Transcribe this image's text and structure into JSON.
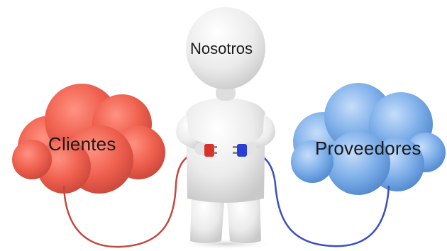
{
  "nodes": {
    "clientes": "Clientes",
    "nosotros": "Nosotros",
    "proveedores": "Proveedores"
  },
  "colors": {
    "clientes_cloud": "#f0614f",
    "proveedores_cloud": "#6a9fdc",
    "figure": "#e9e9e9",
    "red_cable": "#c2483f",
    "blue_cable": "#3c4ec0"
  },
  "icons": [
    "red-plug-icon",
    "blue-plug-icon"
  ]
}
